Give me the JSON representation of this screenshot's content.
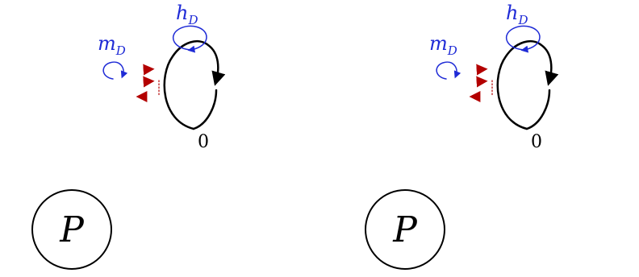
{
  "colors": {
    "strand": "#b30000",
    "knot": "#000000",
    "meridian": "#1f2bd6",
    "disk_fill": "#ffffff",
    "disk_stroke": "#000000"
  },
  "panels": [
    {
      "id": "left",
      "disk_label": "P",
      "framing_label": "0",
      "handle_meridian": {
        "base": "h",
        "sub": "D"
      },
      "band_meridian": {
        "base": "m",
        "sub": "D"
      }
    },
    {
      "id": "right",
      "disk_label": "P",
      "framing_label": "0",
      "handle_meridian": {
        "base": "h",
        "sub": "D"
      },
      "band_meridian": {
        "base": "m",
        "sub": "D"
      }
    }
  ]
}
